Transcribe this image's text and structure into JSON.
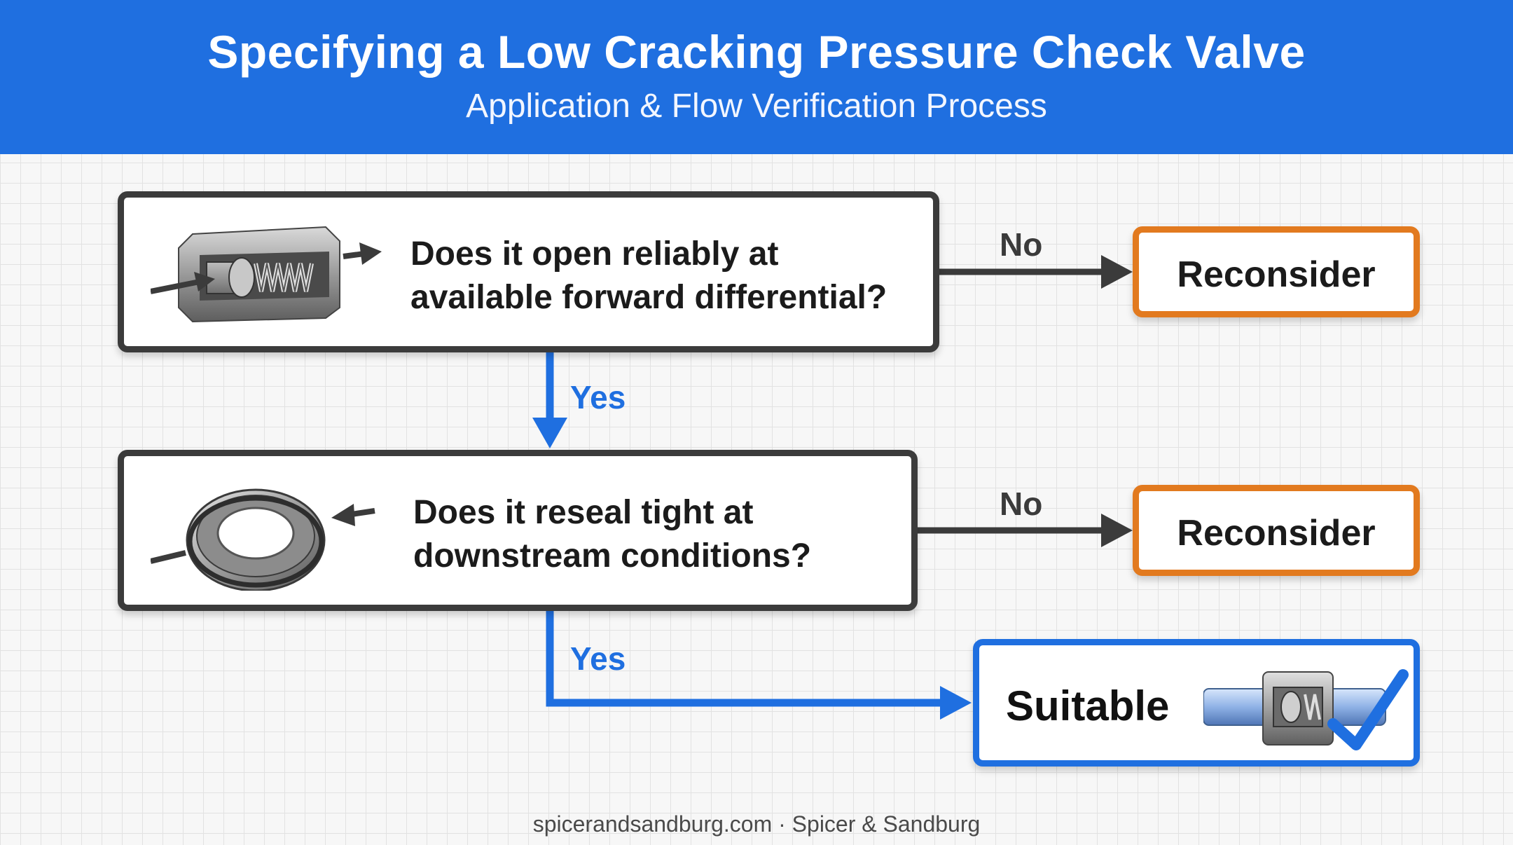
{
  "header": {
    "title": "Specifying a Low Cracking Pressure Check Valve",
    "subtitle": "Application & Flow Verification Process"
  },
  "colors": {
    "header_bg": "#1f6fe0",
    "question_border": "#3b3b3b",
    "reconsider_border": "#e27a1f",
    "suitable_border": "#1f6fe0",
    "yes_path": "#1f6fe0",
    "no_path": "#3b3b3b"
  },
  "steps": [
    {
      "question_lines": [
        "Does it open reliably at",
        "available forward differential?"
      ],
      "icon": "cutaway-spring-check-valve-icon",
      "no_label": "No",
      "no_outcome": "Reconsider",
      "yes_label": "Yes"
    },
    {
      "question_lines": [
        "Does it reseal tight at",
        "downstream conditions?"
      ],
      "icon": "o-ring-seal-icon",
      "no_label": "No",
      "no_outcome": "Reconsider",
      "yes_label": "Yes"
    }
  ],
  "final": {
    "label": "Suitable",
    "icons": [
      "inline-check-valve-icon",
      "checkmark-icon"
    ]
  },
  "footer": "spicerandsandburg.com · Spicer & Sandburg"
}
